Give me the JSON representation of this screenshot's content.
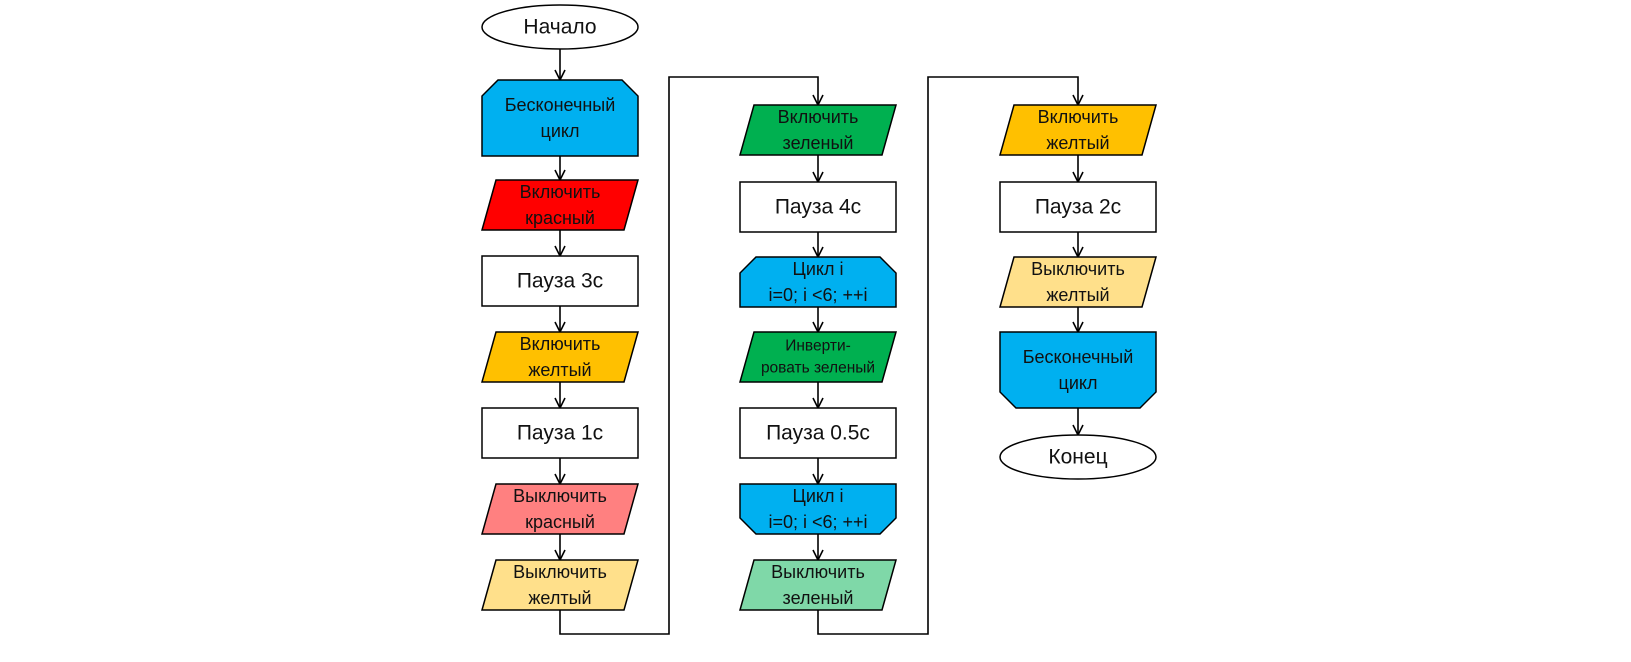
{
  "colors": {
    "loop": "#00b0f0",
    "red_on": "#ff0000",
    "red_off": "#ff8080",
    "yellow_on": "#ffc000",
    "yellow_off": "#ffe08b",
    "green_on": "#00b050",
    "green_off": "#7fd8a8",
    "terminal": "#ffffff",
    "process": "#ffffff"
  },
  "columns": [
    {
      "nodes": [
        {
          "id": "start",
          "type": "terminal",
          "color": "terminal",
          "lines": [
            "Начало"
          ]
        },
        {
          "id": "loop-infinite-start",
          "type": "loop-start",
          "color": "loop",
          "lines": [
            "Бесконечный",
            "цикл"
          ]
        },
        {
          "id": "red-on",
          "type": "io",
          "color": "red_on",
          "lines": [
            "Включить",
            "красный"
          ]
        },
        {
          "id": "pause-3s",
          "type": "process",
          "color": "process",
          "lines": [
            "Пауза 3с"
          ]
        },
        {
          "id": "yellow-on",
          "type": "io",
          "color": "yellow_on",
          "lines": [
            "Включить",
            "желтый"
          ]
        },
        {
          "id": "pause-1s",
          "type": "process",
          "color": "process",
          "lines": [
            "Пауза 1с"
          ]
        },
        {
          "id": "red-off",
          "type": "io",
          "color": "red_off",
          "lines": [
            "Выключить",
            "красный"
          ]
        },
        {
          "id": "yellow-off",
          "type": "io",
          "color": "yellow_off",
          "lines": [
            "Выключить",
            "желтый"
          ]
        }
      ]
    },
    {
      "nodes": [
        {
          "id": "green-on",
          "type": "io",
          "color": "green_on",
          "lines": [
            "Включить",
            "зеленый"
          ]
        },
        {
          "id": "pause-4s",
          "type": "process",
          "color": "process",
          "lines": [
            "Пауза 4с"
          ]
        },
        {
          "id": "loop-i-start",
          "type": "loop-start",
          "color": "loop",
          "lines": [
            "Цикл i",
            "i=0; i <6; ++i"
          ]
        },
        {
          "id": "invert-green",
          "type": "io",
          "color": "green_on",
          "lines": [
            "Инверти-",
            "ровать зеленый"
          ]
        },
        {
          "id": "pause-0-5s",
          "type": "process",
          "color": "process",
          "lines": [
            "Пауза 0.5с"
          ]
        },
        {
          "id": "loop-i-end",
          "type": "loop-end",
          "color": "loop",
          "lines": [
            "Цикл i",
            "i=0; i <6; ++i"
          ]
        },
        {
          "id": "green-off",
          "type": "io",
          "color": "green_off",
          "lines": [
            "Выключить",
            "зеленый"
          ]
        }
      ]
    },
    {
      "nodes": [
        {
          "id": "yellow-on-2",
          "type": "io",
          "color": "yellow_on",
          "lines": [
            "Включить",
            "желтый"
          ]
        },
        {
          "id": "pause-2s",
          "type": "process",
          "color": "process",
          "lines": [
            "Пауза 2с"
          ]
        },
        {
          "id": "yellow-off-2",
          "type": "io",
          "color": "yellow_off",
          "lines": [
            "Выключить",
            "желтый"
          ]
        },
        {
          "id": "loop-infinite-end",
          "type": "loop-end",
          "color": "loop",
          "lines": [
            "Бесконечный",
            "цикл"
          ]
        },
        {
          "id": "end",
          "type": "terminal",
          "color": "terminal",
          "lines": [
            "Конец"
          ]
        }
      ]
    }
  ]
}
